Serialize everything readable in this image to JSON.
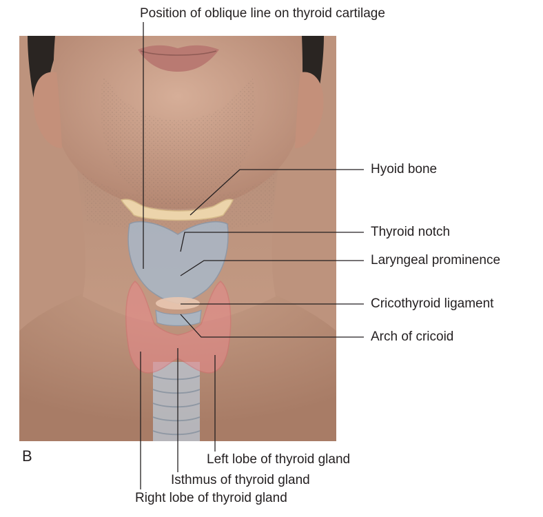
{
  "figure": {
    "panel_letter": "B",
    "labels": {
      "oblique_line": "Position of oblique line on thyroid cartilage",
      "hyoid_bone": "Hyoid bone",
      "thyroid_notch": "Thyroid notch",
      "laryngeal_prominence": "Laryngeal prominence",
      "cricothyroid_ligament": "Cricothyroid ligament",
      "arch_of_cricoid": "Arch of cricoid",
      "left_lobe": "Left lobe of thyroid gland",
      "isthmus": "Isthmus of thyroid gland",
      "right_lobe": "Right lobe of thyroid gland"
    },
    "colors": {
      "skin": "#c9a08a",
      "stubble": "#8a7a72",
      "hair": "#2a2522",
      "lips": "#b97a72",
      "hyoid": "#f2dcb0",
      "cartilage": "#a9b8c8",
      "thyroid_gland": "#e8888a",
      "trachea": "#b9c0c9",
      "leader_line": "#231f20",
      "text": "#231f20"
    }
  }
}
